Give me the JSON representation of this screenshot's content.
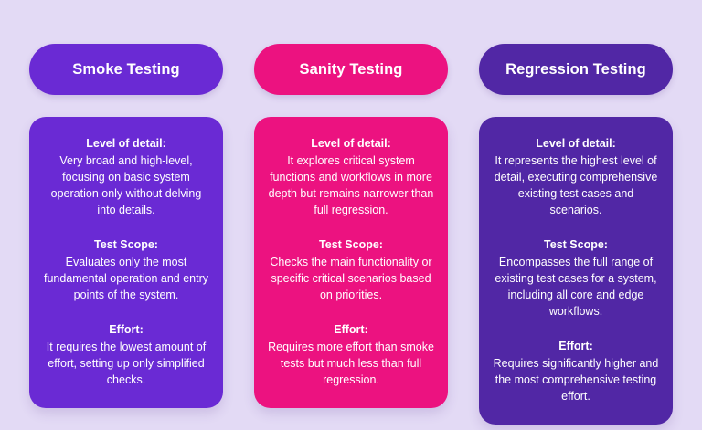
{
  "theme": {
    "background": "#e3daf5",
    "purple": "#6a2ad4",
    "pink": "#ec1280",
    "deep_purple": "#5127a5",
    "text": "#ffffff"
  },
  "columns": [
    {
      "id": "smoke-testing",
      "header": "Smoke Testing",
      "color": "#6a2ad4",
      "sections": [
        {
          "title": "Level of detail:",
          "text": "Very broad and high-level, focusing on basic system operation only without delving into details."
        },
        {
          "title": "Test Scope:",
          "text": "Evaluates only the most fundamental operation and entry points of the system."
        },
        {
          "title": "Effort:",
          "text": "It requires the lowest amount of effort, setting up only simplified checks."
        }
      ]
    },
    {
      "id": "sanity-testing",
      "header": "Sanity Testing",
      "color": "#ec1280",
      "sections": [
        {
          "title": "Level of detail:",
          "text": "It explores critical system functions and workflows in more depth but remains narrower than full regression."
        },
        {
          "title": "Test Scope:",
          "text": "Checks the main functionality or specific critical scenarios based on priorities."
        },
        {
          "title": "Effort:",
          "text": "Requires more effort than smoke tests but much less than full regression."
        }
      ]
    },
    {
      "id": "regression-testing",
      "header": "Regression Testing",
      "color": "#5127a5",
      "sections": [
        {
          "title": "Level of detail:",
          "text": "It represents the highest level of detail, executing comprehensive existing test cases and scenarios."
        },
        {
          "title": "Test Scope:",
          "text": "Encompasses the full range of existing test cases for a system, including all core and edge workflows."
        },
        {
          "title": "Effort:",
          "text": "Requires significantly higher and the most comprehensive testing effort."
        }
      ]
    }
  ]
}
